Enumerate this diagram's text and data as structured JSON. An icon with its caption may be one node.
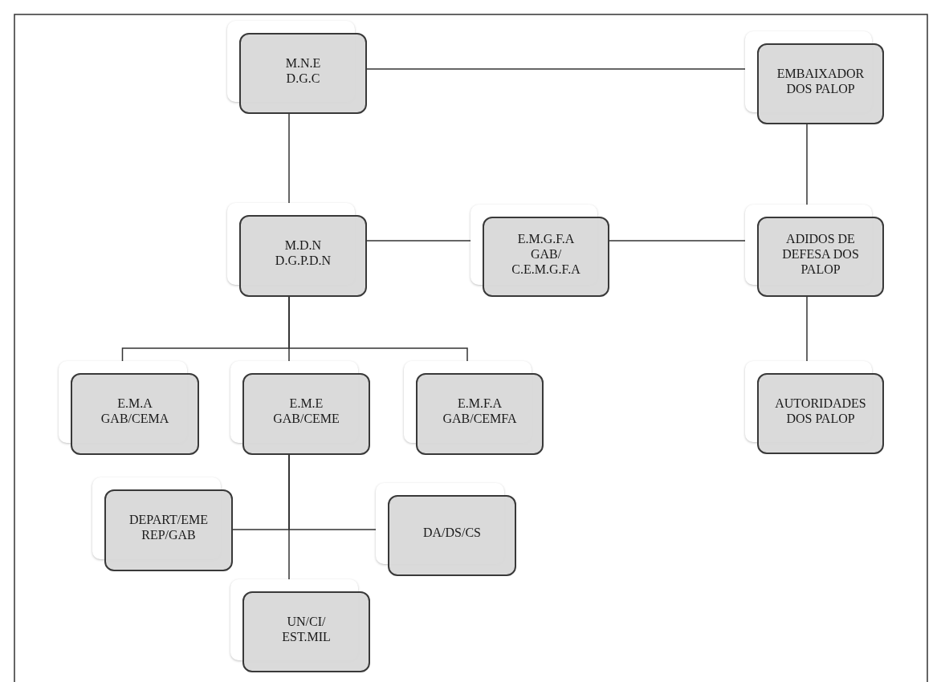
{
  "diagram": {
    "nodes": [
      {
        "text": [
          "M.N.E D.G.C"
        ]
      },
      {
        "text": [
          "EMBAIXADOR DOS PALOP"
        ]
      },
      {
        "text": [
          "M.D.N D.G.P.D.N"
        ]
      },
      {
        "text": [
          "E.M.G.F.A GAB/ C.E.M.G.F.A"
        ]
      },
      {
        "text": [
          "ADIDOS DE DEFESA DOS PALOP"
        ]
      },
      {
        "text": [
          "E.M.A GAB/CEMA"
        ]
      },
      {
        "text": [
          "E.M.E GAB/CEME"
        ]
      },
      {
        "text": [
          "E.M.F.A GAB/CEMFA"
        ]
      },
      {
        "text": [
          "AUTORIDADES DOS PALOP"
        ]
      },
      {
        "text": [
          "DEPART/EME REP/GAB"
        ]
      },
      {
        "text": [
          "DA/DS/CS"
        ]
      },
      {
        "text": [
          "UN/CI/ EST.MIL"
        ]
      }
    ],
    "edges": [
      {
        "from": 0,
        "to": 1,
        "arrow": "none"
      },
      {
        "from": 0,
        "to": 2,
        "arrow": "none"
      },
      {
        "from": 2,
        "to": 3,
        "arrow": "none"
      },
      {
        "from": 3,
        "to": 4,
        "arrow": "none"
      },
      {
        "from": 1,
        "to": 4,
        "arrow": "none"
      },
      {
        "from": 2,
        "to": 5,
        "arrow": "none"
      },
      {
        "from": 2,
        "to": 6,
        "arrow": "none"
      },
      {
        "from": 2,
        "to": 7,
        "arrow": "none"
      },
      {
        "from": 4,
        "to": 8,
        "arrow": "none"
      },
      {
        "from": 6,
        "to": 9,
        "arrow": "none"
      },
      {
        "from": 6,
        "to": 10,
        "arrow": "none"
      },
      {
        "from": 6,
        "to": 11,
        "arrow": "none"
      }
    ]
  }
}
